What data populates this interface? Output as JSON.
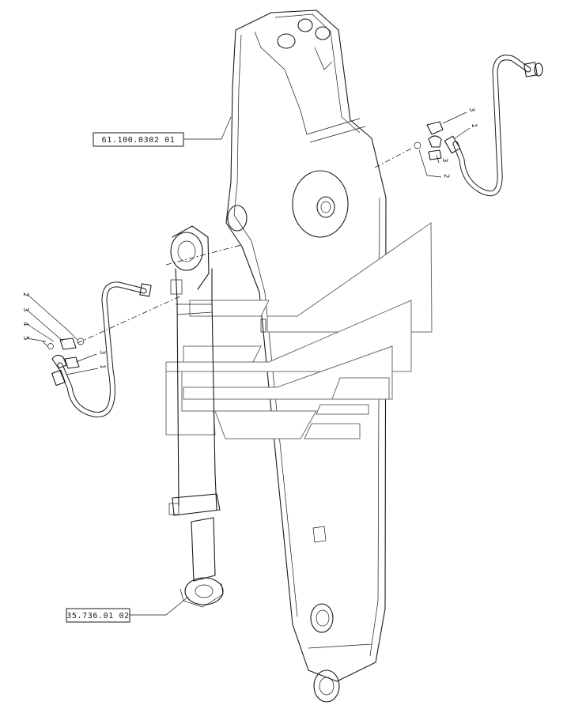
{
  "references": {
    "boom_ref": "61.100.0302 01",
    "cylinder_ref": "35.736.01 02"
  },
  "callouts": {
    "left": {
      "c1": "1",
      "c2": "2",
      "c3a": "3",
      "c3b": "3",
      "c4": "4",
      "c5": "5"
    },
    "right": {
      "c1": "1",
      "c2": "2",
      "c3a": "3",
      "c3b": "3"
    }
  },
  "watermark": "brand-logo-watermark"
}
